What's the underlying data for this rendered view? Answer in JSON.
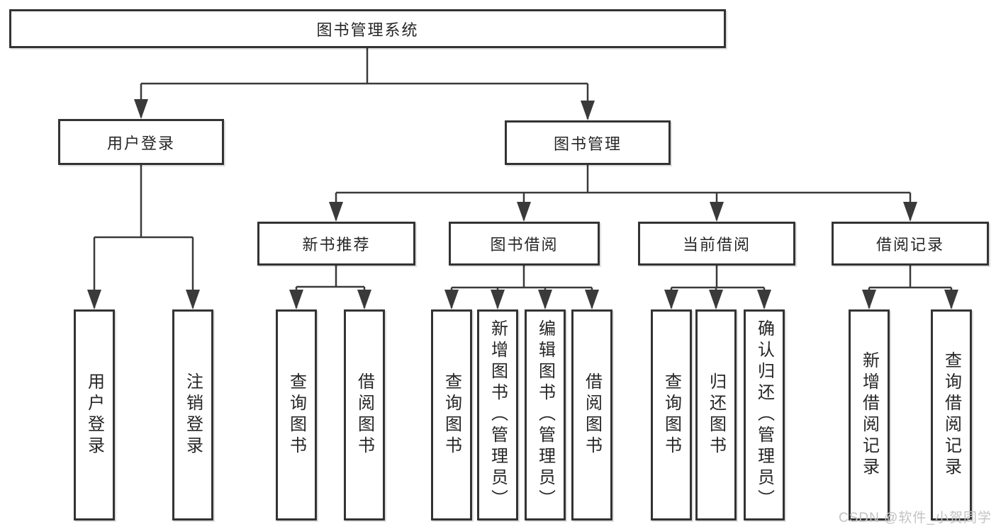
{
  "diagram": {
    "root": "图书管理系统",
    "level2": [
      "用户登录",
      "图书管理"
    ],
    "level3": [
      "新书推荐",
      "图书借阅",
      "当前借阅",
      "借阅记录"
    ],
    "leaves": [
      "用户登录",
      "注销登录",
      "查询图书",
      "借阅图书",
      "查询图书",
      "新增图书（管理员）",
      "编辑图书（管理员）",
      "借阅图书",
      "查询图书",
      "归还图书",
      "确认归还（管理员）",
      "新增借阅记录",
      "查询借阅记录"
    ]
  },
  "watermark": "CSDN @软件_小贺同学",
  "colors": {
    "line": "#3a3a3a",
    "box_border": "#333333",
    "text": "#262626",
    "watermark": "#c3c3c3",
    "background": "#ffffff"
  }
}
